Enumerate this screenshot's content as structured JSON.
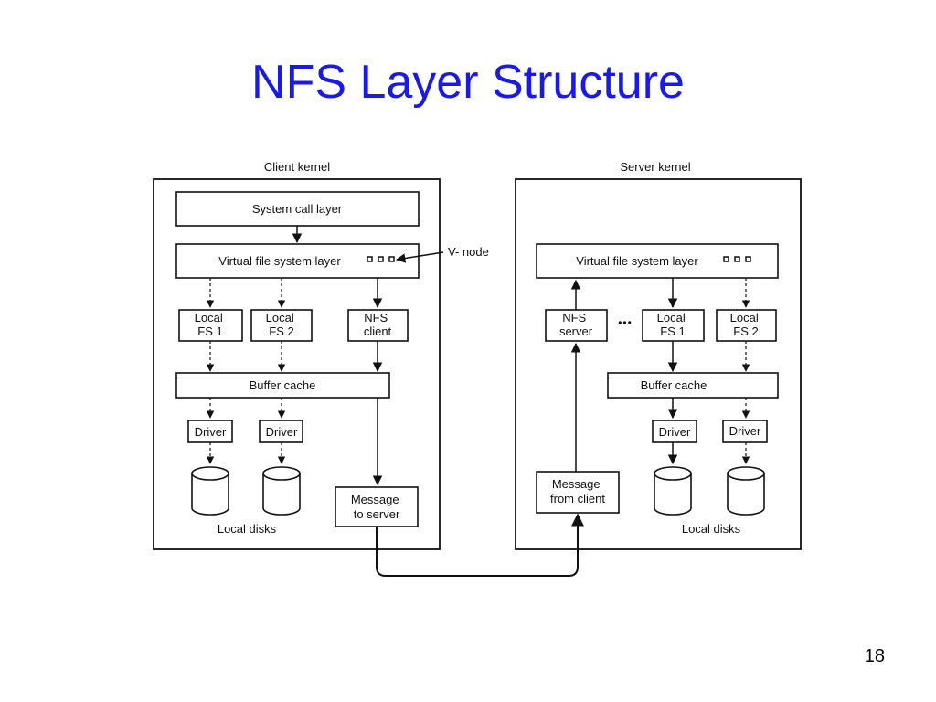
{
  "slide": {
    "title": "NFS Layer Structure",
    "page_number": "18"
  },
  "diagram": {
    "client": {
      "kernel_label": "Client kernel",
      "system_call_layer": "System call layer",
      "vfs_layer": "Virtual file system layer",
      "vnode_label": "V- node",
      "local_fs_1": [
        "Local",
        "FS 1"
      ],
      "local_fs_2": [
        "Local",
        "FS 2"
      ],
      "nfs_client": [
        "NFS",
        "client"
      ],
      "buffer_cache": "Buffer cache",
      "driver_1": "Driver",
      "driver_2": "Driver",
      "message": [
        "Message",
        "to server"
      ],
      "local_disks": "Local disks"
    },
    "server": {
      "kernel_label": "Server kernel",
      "vfs_layer": "Virtual file system layer",
      "nfs_server": [
        "NFS",
        "server"
      ],
      "ellipsis": "•••",
      "local_fs_1": [
        "Local",
        "FS 1"
      ],
      "local_fs_2": [
        "Local",
        "FS 2"
      ],
      "buffer_cache": "Buffer cache",
      "driver_1": "Driver",
      "driver_2": "Driver",
      "message": [
        "Message",
        "from client"
      ],
      "local_disks": "Local disks"
    }
  }
}
